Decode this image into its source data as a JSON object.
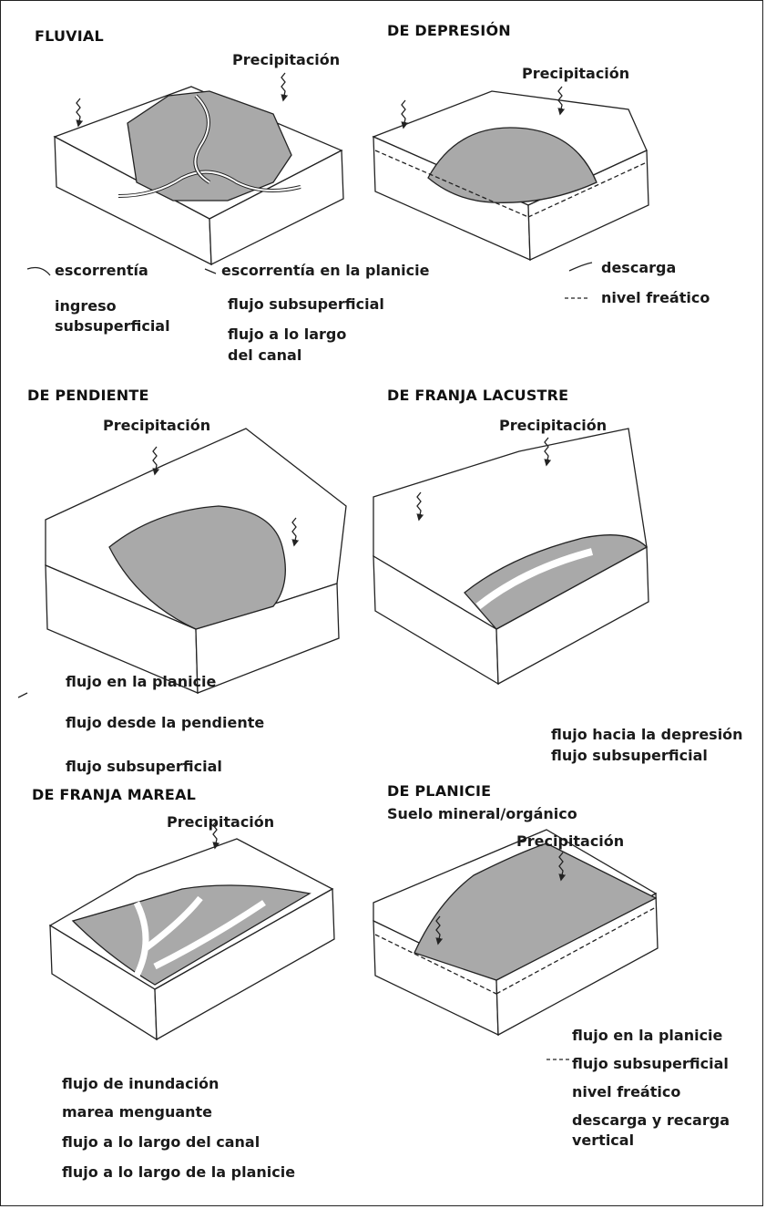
{
  "panels": {
    "fluvial": {
      "title": "FLUVIAL",
      "precip": "Precipitación",
      "legend": [
        "escorrentía",
        "escorrentía en la planicie",
        "ingreso",
        "subsuperficial",
        "flujo subsuperficial",
        "flujo a lo largo",
        "del canal"
      ]
    },
    "depresion": {
      "title": "DE DEPRESIÓN",
      "precip": "Precipitación",
      "legend": [
        "descarga",
        "nivel freático"
      ]
    },
    "pendiente": {
      "title": "DE PENDIENTE",
      "precip": "Precipitación",
      "legend": [
        "flujo en la planicie",
        "flujo desde la pendiente",
        "flujo subsuperficial"
      ]
    },
    "lacustre": {
      "title": "DE FRANJA LACUSTRE",
      "precip": "Precipitación",
      "legend": [
        "flujo hacia la depresión",
        "flujo subsuperficial"
      ]
    },
    "mareal": {
      "title": "DE FRANJA MAREAL",
      "precip": "Precipitación",
      "legend": [
        "flujo de inundación",
        "marea menguante",
        "flujo a lo largo del canal",
        "flujo a lo largo de la planicie"
      ]
    },
    "planicie": {
      "title": "DE PLANICIE",
      "subtitle": "Suelo mineral/orgánico",
      "precip": "Precipitación",
      "legend": [
        "flujo en la planicie",
        "flujo subsuperficial",
        "nivel freático",
        "descarga y recarga",
        "vertical"
      ]
    }
  },
  "colors": {
    "wetland": "#a9a9a9",
    "line": "#222222",
    "block": "#ffffff"
  }
}
